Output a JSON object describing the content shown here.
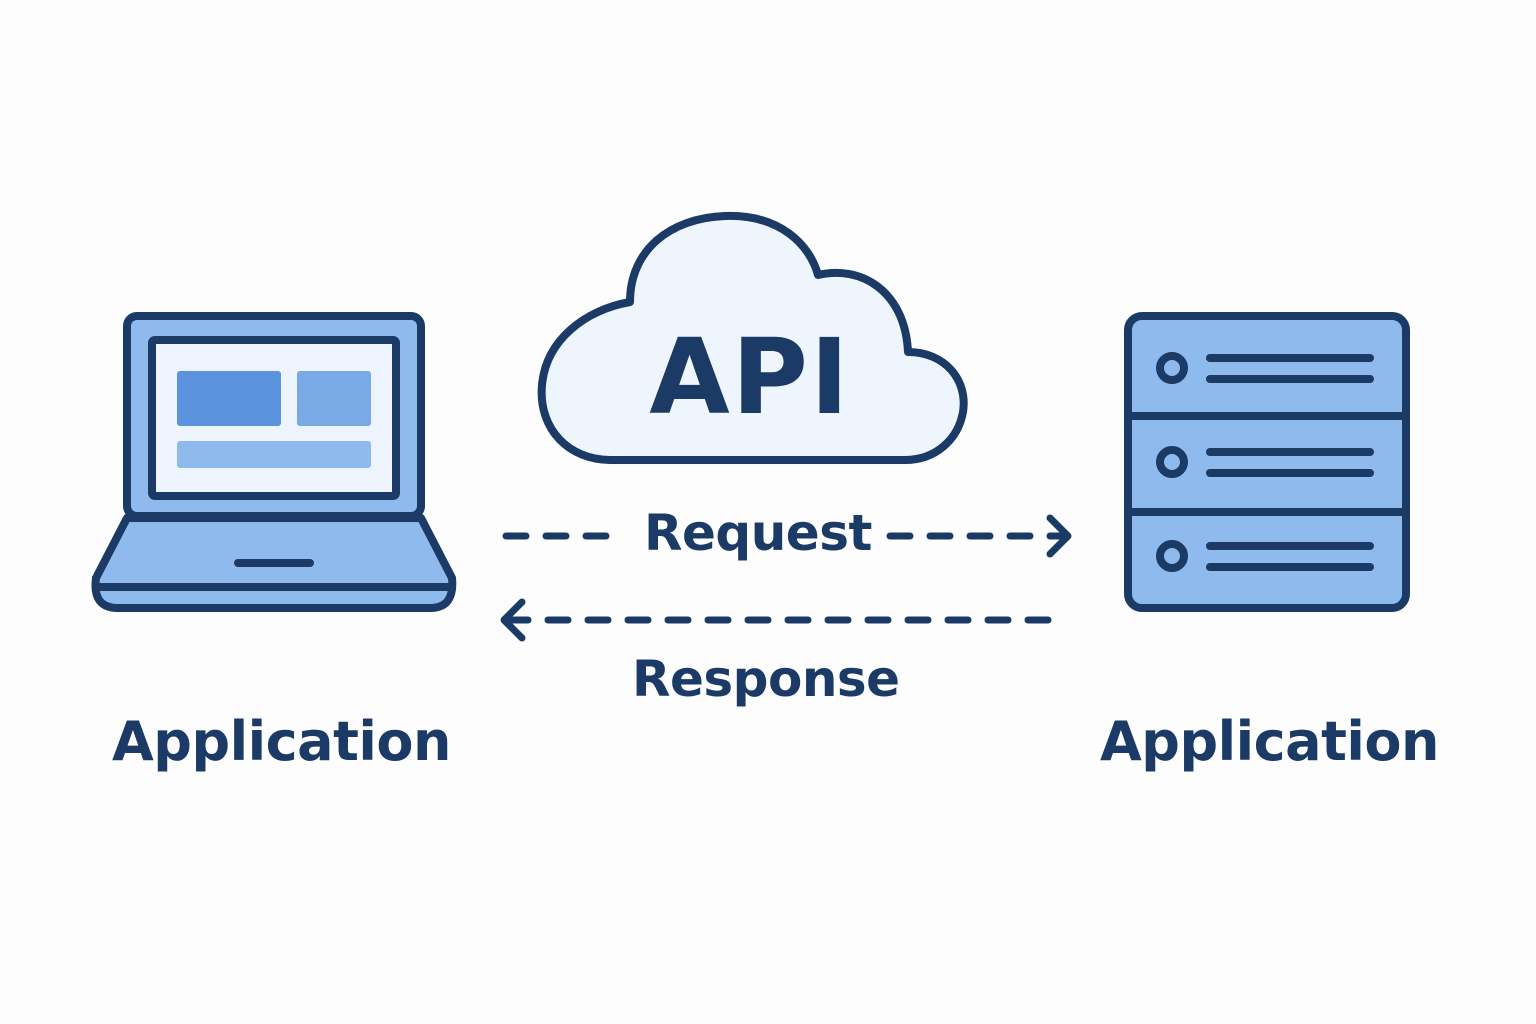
{
  "diagram": {
    "api_label": "API",
    "request_label": "Request",
    "response_label": "Response",
    "left_node": {
      "label": "Application",
      "icon": "laptop-icon"
    },
    "right_node": {
      "label": "Application",
      "icon": "server-icon"
    },
    "center_node": {
      "icon": "cloud-icon"
    }
  },
  "colors": {
    "stroke": "#1b3a66",
    "fill_light": "#8fbaee",
    "fill_dark": "#5b93df",
    "screen_bg": "#eef4fd",
    "cloud_fill": "#eef5fd"
  }
}
